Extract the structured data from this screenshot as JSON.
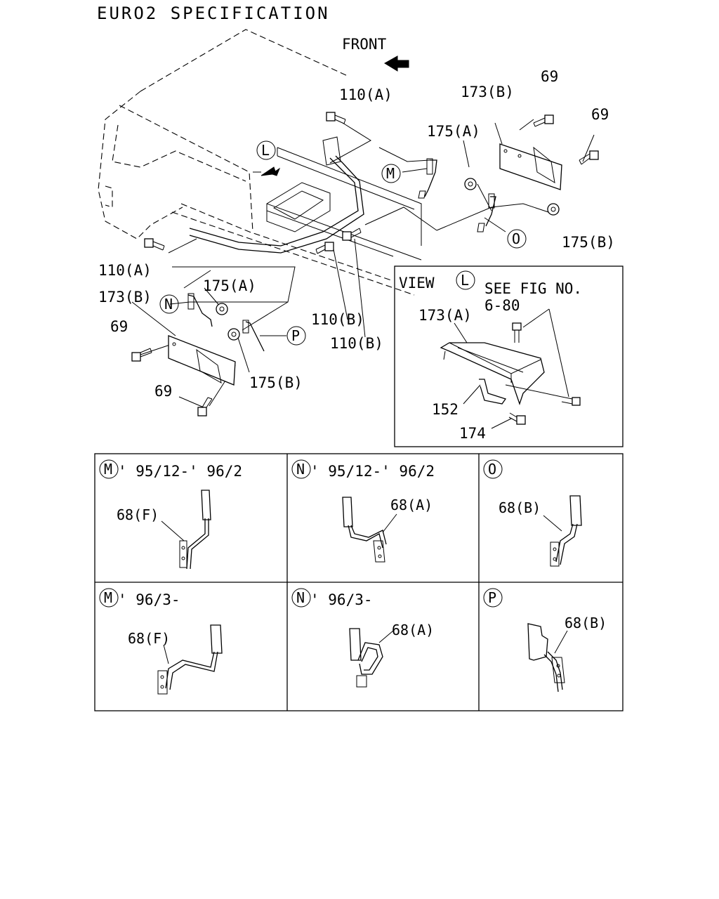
{
  "title": "EURO2 SPECIFICATION",
  "front_label": "FRONT",
  "main_labels": {
    "l_110a_top": "110(A)",
    "l_173b_right": "173(B)",
    "l_69_a": "69",
    "l_69_b": "69",
    "l_175a_right": "175(A)",
    "l_175b_right": "175(B)",
    "l_110a_left": "110(A)",
    "l_173b_left": "173(B)",
    "l_175a_left": "175(A)",
    "l_69_c": "69",
    "l_69_d": "69",
    "l_110b_1": "110(B)",
    "l_110b_2": "110(B)",
    "l_175b_left": "175(B)"
  },
  "callouts": {
    "L": "L",
    "M": "M",
    "N": "N",
    "O": "O",
    "P": "P"
  },
  "view_box": {
    "title": "VIEW",
    "letter": "L",
    "see_fig": "SEE FIG NO.",
    "fig_no": "6-80",
    "l_173a": "173(A)",
    "l_152": "152",
    "l_174": "174"
  },
  "detail_panels": [
    {
      "letter": "M",
      "heading": "' 95/12-' 96/2",
      "part": "68(F)"
    },
    {
      "letter": "N",
      "heading": "' 95/12-' 96/2",
      "part": "68(A)"
    },
    {
      "letter": "O",
      "heading": "",
      "part": "68(B)"
    },
    {
      "letter": "M",
      "heading": "' 96/3-",
      "part": "68(F)"
    },
    {
      "letter": "N",
      "heading": "' 96/3-",
      "part": "68(A)"
    },
    {
      "letter": "P",
      "heading": "",
      "part": "68(B)"
    }
  ]
}
